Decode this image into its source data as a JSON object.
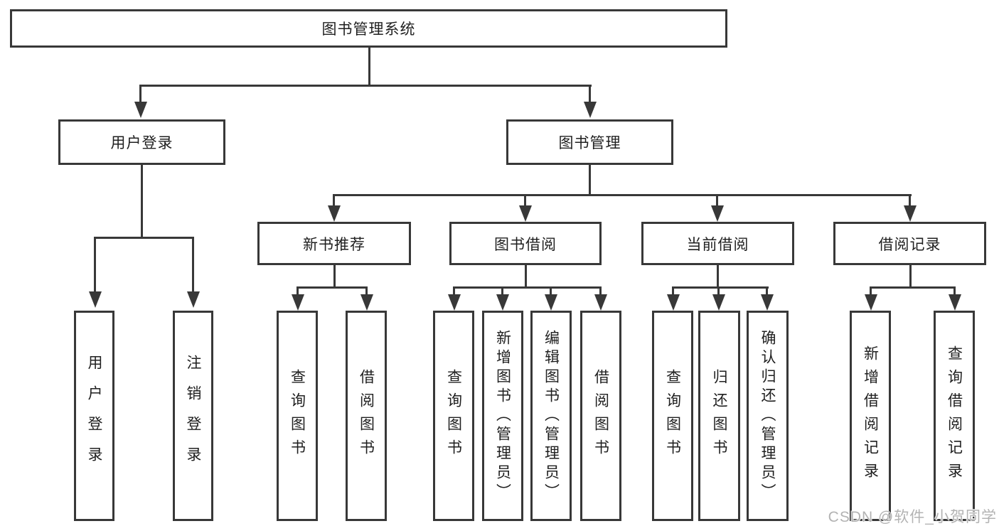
{
  "diagram_title": "图书管理系统",
  "nodes": {
    "root": {
      "label": "图书管理系统"
    },
    "user_login": {
      "label": "用户登录",
      "children": [
        "用户登录",
        "注销登录"
      ]
    },
    "book_mgmt": {
      "label": "图书管理",
      "sections": [
        {
          "label": "新书推荐",
          "children": [
            "查询图书",
            "借阅图书"
          ]
        },
        {
          "label": "图书借阅",
          "children": [
            "查询图书",
            "新增图书（管理员）",
            "编辑图书（管理员）",
            "借阅图书"
          ]
        },
        {
          "label": "当前借阅",
          "children": [
            "查询图书",
            "归还图书",
            "确认归还（管理员）"
          ]
        },
        {
          "label": "借阅记录",
          "children": [
            "新增借阅记录",
            "查询借阅记录"
          ]
        }
      ]
    }
  },
  "watermark": {
    "text": "CSDN @软件_小贺同学"
  },
  "colors": {
    "line": "#383838",
    "text": "#1f1f1f",
    "background": "#ffffff",
    "box_fill": "#ffffff",
    "watermark": "#b3b3b3"
  }
}
